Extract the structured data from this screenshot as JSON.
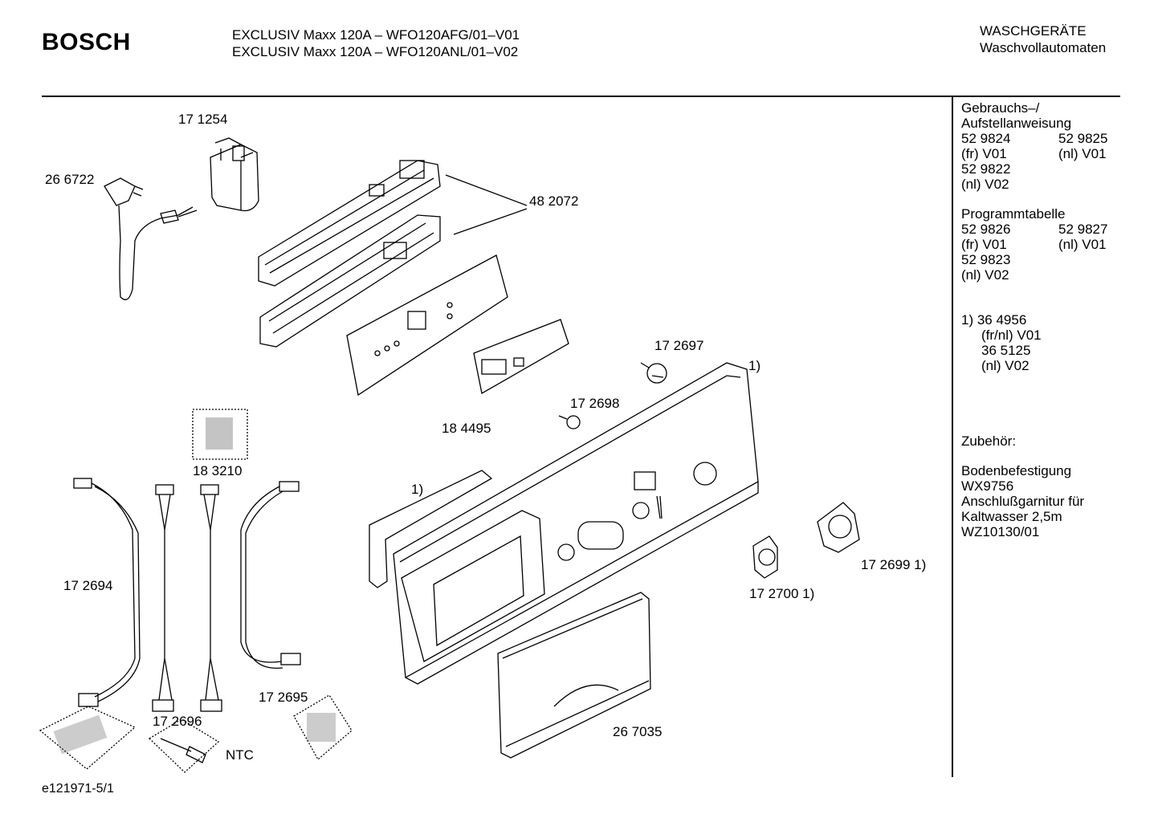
{
  "header": {
    "brand": "BOSCH",
    "model_line_1": "EXCLUSIV Maxx 120A – WFO120AFG/01–V01",
    "model_line_2": "EXCLUSIV Maxx 120A – WFO120ANL/01–V02",
    "category": "WASCHGERÄTE",
    "subcategory": "Waschvollautomaten"
  },
  "sidebar": {
    "manual_title_1": "Gebrauchs–/",
    "manual_title_2": "Aufstellanweisung",
    "manual_a_num": "52 9824",
    "manual_a_var": "(fr) V01",
    "manual_b_num": "52 9825",
    "manual_b_var": "(nl) V01",
    "manual_c_num": "52 9822",
    "manual_c_var": "(nl) V02",
    "program_title": "Programmtabelle",
    "program_a_num": "52 9826",
    "program_a_var": "(fr) V01",
    "program_b_num": "52 9827",
    "program_b_var": "(nl) V01",
    "program_c_num": "52 9823",
    "program_c_var": "(nl) V02",
    "note_line_1": "1) 36 4956",
    "note_line_2": "(fr/nl) V01",
    "note_line_3": "36 5125",
    "note_line_4": "(nl) V02",
    "accessories_title": "Zubehör:",
    "acc_1": "Bodenbefestigung",
    "acc_2": "WX9756",
    "acc_3": "Anschlußgarnitur für",
    "acc_4": "Kaltwasser 2,5m",
    "acc_5": "WZ10130/01"
  },
  "parts": {
    "p171254": "17 1254",
    "p266722": "26 6722",
    "p482072": "48 2072",
    "p172697": "17 2697",
    "p184495": "18 4495",
    "p172698": "17 2698",
    "p183210": "18 3210",
    "p172694": "17 2694",
    "p172695": "17 2695",
    "p172696": "17 2696",
    "pNTC": "NTC",
    "p267035": "26 7035",
    "p172699": "17 2699 1)",
    "p172700": "17 2700 1)",
    "note_a": "1)",
    "note_b": "1)"
  },
  "footer": {
    "code": "e121971-5/1"
  }
}
